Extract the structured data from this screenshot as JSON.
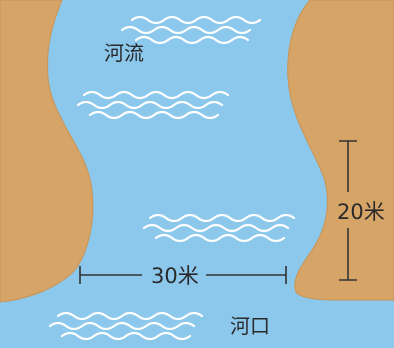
{
  "labels": {
    "river": "河流",
    "mouth": "河口",
    "width": "30米",
    "height": "20米"
  },
  "colors": {
    "water": "#8cc7ec",
    "bank": "#d6a467",
    "bank_edge": "#c99555",
    "wave": "#ffffff",
    "measure": "#333333"
  }
}
